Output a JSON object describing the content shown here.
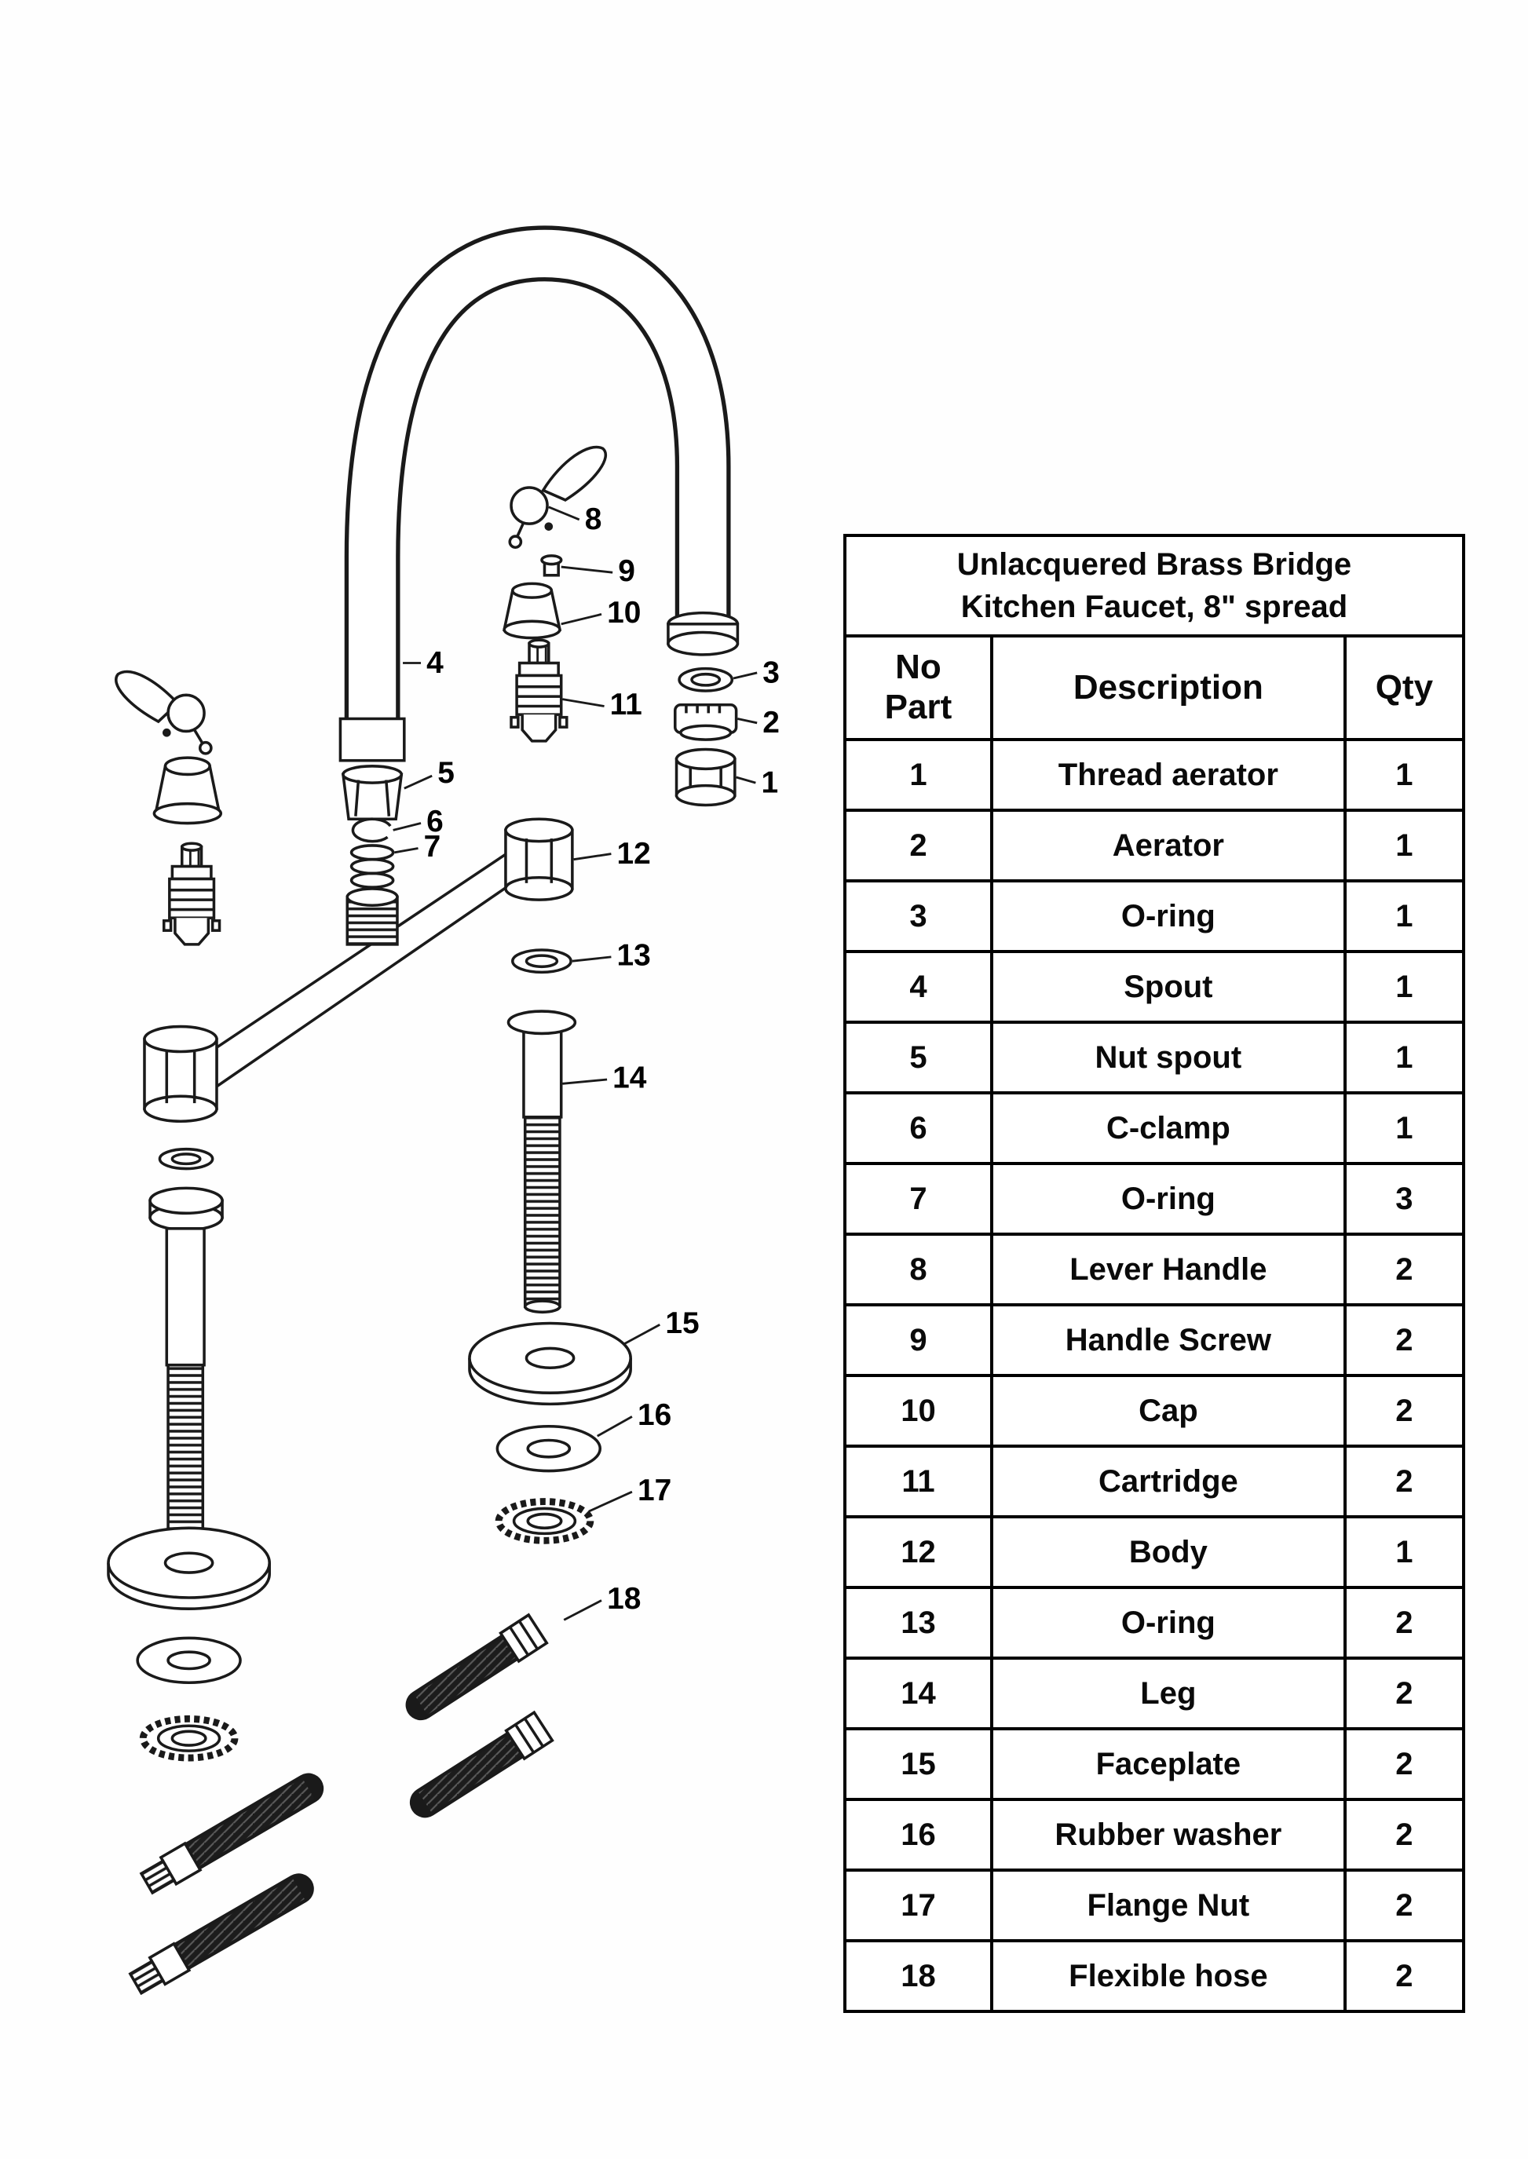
{
  "table": {
    "title_line1": "Unlacquered Brass Bridge",
    "title_line2": "Kitchen Faucet, 8\" spread",
    "headers": {
      "no_line1": "No",
      "no_line2": "Part",
      "description": "Description",
      "qty": "Qty"
    },
    "rows": [
      {
        "no": "1",
        "description": "Thread aerator",
        "qty": "1"
      },
      {
        "no": "2",
        "description": "Aerator",
        "qty": "1"
      },
      {
        "no": "3",
        "description": "O-ring",
        "qty": "1"
      },
      {
        "no": "4",
        "description": "Spout",
        "qty": "1"
      },
      {
        "no": "5",
        "description": "Nut spout",
        "qty": "1"
      },
      {
        "no": "6",
        "description": "C-clamp",
        "qty": "1"
      },
      {
        "no": "7",
        "description": "O-ring",
        "qty": "3"
      },
      {
        "no": "8",
        "description": "Lever Handle",
        "qty": "2"
      },
      {
        "no": "9",
        "description": "Handle Screw",
        "qty": "2"
      },
      {
        "no": "10",
        "description": "Cap",
        "qty": "2"
      },
      {
        "no": "11",
        "description": "Cartridge",
        "qty": "2"
      },
      {
        "no": "12",
        "description": "Body",
        "qty": "1"
      },
      {
        "no": "13",
        "description": "O-ring",
        "qty": "2"
      },
      {
        "no": "14",
        "description": "Leg",
        "qty": "2"
      },
      {
        "no": "15",
        "description": "Faceplate",
        "qty": "2"
      },
      {
        "no": "16",
        "description": "Rubber washer",
        "qty": "2"
      },
      {
        "no": "17",
        "description": "Flange Nut",
        "qty": "2"
      },
      {
        "no": "18",
        "description": "Flexible hose",
        "qty": "2"
      }
    ]
  },
  "callouts": [
    {
      "label": "1"
    },
    {
      "label": "2"
    },
    {
      "label": "3"
    },
    {
      "label": "4"
    },
    {
      "label": "5"
    },
    {
      "label": "6"
    },
    {
      "label": "7"
    },
    {
      "label": "8"
    },
    {
      "label": "9"
    },
    {
      "label": "10"
    },
    {
      "label": "11"
    },
    {
      "label": "12"
    },
    {
      "label": "13"
    },
    {
      "label": "14"
    },
    {
      "label": "15"
    },
    {
      "label": "16"
    },
    {
      "label": "17"
    },
    {
      "label": "18"
    }
  ],
  "colors": {
    "line": "#1a1a1a",
    "text": "#000000",
    "background": "#ffffff"
  }
}
